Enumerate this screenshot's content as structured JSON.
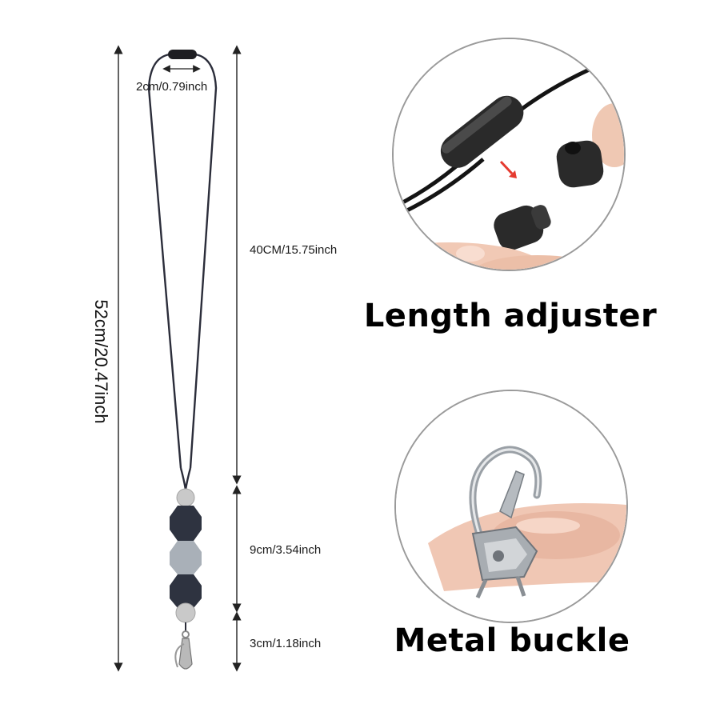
{
  "dimensions": {
    "total_length": "52cm/20.47inch",
    "adjuster_width": "2cm/0.79inch",
    "cord_length": "40CM/15.75inch",
    "bead_length": "9cm/3.54inch",
    "clip_length": "3cm/1.18inch"
  },
  "features": {
    "adjuster_caption": "Length adjuster",
    "buckle_caption": "Metal buckle"
  },
  "colors": {
    "cord": "#2b2d3a",
    "bead_dark": "#2e3340",
    "bead_light": "#a9b0b8",
    "pearl": "#c9c9c9",
    "arrow_red": "#e53a2f"
  }
}
